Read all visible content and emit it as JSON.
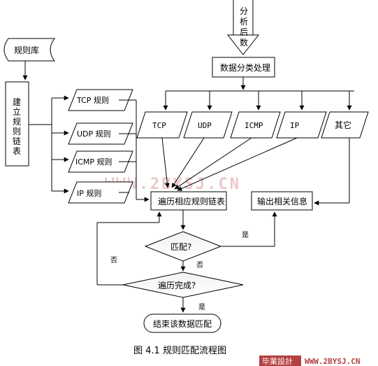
{
  "diagram": {
    "top_input_chars": [
      "分",
      "析",
      "后",
      "数"
    ],
    "rule_library": "规则库",
    "build_rule_list_chars": [
      "建",
      "立",
      "规",
      "则",
      "链",
      "表"
    ],
    "rule_types": [
      "TCP 规则",
      "UDP 规则",
      "ICMP 规则",
      "IP 规则"
    ],
    "classify": "数据分类处理",
    "categories": [
      "TCP",
      "UDP",
      "ICMP",
      "IP",
      "其它"
    ],
    "traverse": "遍历相应规则链表",
    "output": "输出相关信息",
    "match": "匹配?",
    "traverse_done": "遍历完成?",
    "end": "结束该数据匹配",
    "yes1": "是",
    "no1": "否",
    "no2": "否",
    "yes2": "是",
    "watermark": "WWW.2BYSJ.CN",
    "caption": "图 4.1 规则匹配流程图",
    "footer_brand": "毕業設計",
    "footer_url": "WWW.2BYSJ.CN"
  }
}
